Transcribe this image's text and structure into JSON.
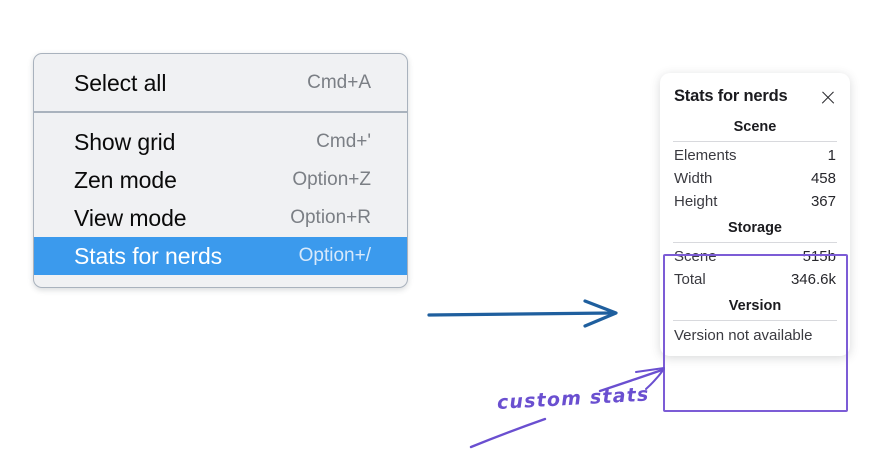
{
  "theme": {
    "background": "#ffffff",
    "menu_bg": "#f0f1f3",
    "menu_border": "#a9b2bd",
    "menu_selected_bg": "#3b9aed",
    "menu_selected_text": "#ffffff",
    "menu_label_color": "#0a0a0a",
    "menu_shortcut_color": "#7b7f85",
    "panel_bg": "#ffffff",
    "panel_text": "#1b1b1f",
    "annotation_blue": "#1f5f9e",
    "annotation_purple": "#6a4fd0",
    "highlight_purple": "#7c5cd6"
  },
  "context_menu": {
    "groups": [
      {
        "name": "selection",
        "items": [
          {
            "label": "Select all",
            "shortcut": "Cmd+A",
            "selected": false
          }
        ]
      },
      {
        "name": "view",
        "items": [
          {
            "label": "Show grid",
            "shortcut": "Cmd+'",
            "selected": false
          },
          {
            "label": "Zen mode",
            "shortcut": "Option+Z",
            "selected": false
          },
          {
            "label": "View mode",
            "shortcut": "Option+R",
            "selected": false
          },
          {
            "label": "Stats for nerds",
            "shortcut": "Option+/",
            "selected": true
          }
        ]
      }
    ]
  },
  "stats_panel": {
    "title": "Stats for nerds",
    "close_icon": "close-x-icon",
    "sections": [
      {
        "name": "scene",
        "heading": "Scene",
        "rows": [
          {
            "key": "Elements",
            "value": "1"
          },
          {
            "key": "Width",
            "value": "458"
          },
          {
            "key": "Height",
            "value": "367"
          }
        ]
      },
      {
        "name": "storage",
        "heading": "Storage",
        "rows": [
          {
            "key": "Scene",
            "value": "515b"
          },
          {
            "key": "Total",
            "value": "346.6k"
          }
        ]
      },
      {
        "name": "version",
        "heading": "Version",
        "note": "Version not available"
      }
    ]
  },
  "annotations": {
    "flow_arrow": {
      "name": "blue-flow-arrow",
      "color": "#1f5f9e",
      "direction": "right"
    },
    "callout": {
      "name": "custom-stats-callout",
      "text": "custom stats",
      "color": "#6a4fd0",
      "target": "storage-and-version-sections"
    }
  }
}
